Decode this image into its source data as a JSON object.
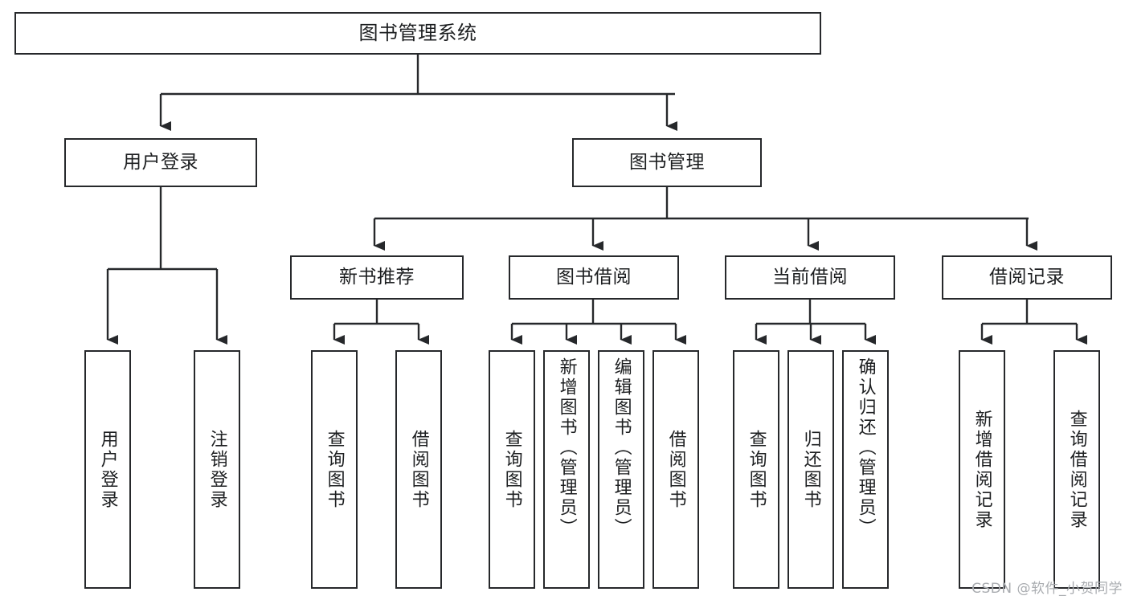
{
  "diagram": {
    "title": "图书管理系统",
    "type": "tree-structure-chart",
    "watermark": "CSDN @软件_小贺同学",
    "line_color": "#26282b",
    "text_color": "#1d1f21",
    "background": "#ffffff"
  },
  "nodes": {
    "root": {
      "label": "图书管理系统"
    },
    "level2": [
      {
        "label": "用户登录"
      },
      {
        "label": "图书管理"
      }
    ],
    "level3": [
      {
        "label": "新书推荐"
      },
      {
        "label": "图书借阅"
      },
      {
        "label": "当前借阅"
      },
      {
        "label": "借阅记录"
      }
    ],
    "leaves": {
      "user_login": [
        {
          "label": "用户登录"
        },
        {
          "label": "注销登录"
        }
      ],
      "new_book_recommend": [
        {
          "label": "查询图书"
        },
        {
          "label": "借阅图书"
        }
      ],
      "book_borrow": [
        {
          "label": "查询图书"
        },
        {
          "label": "新增图书（管理员）"
        },
        {
          "label": "编辑图书（管理员）"
        },
        {
          "label": "借阅图书"
        }
      ],
      "current_borrow": [
        {
          "label": "查询图书"
        },
        {
          "label": "归还图书"
        },
        {
          "label": "确认归还（管理员）"
        }
      ],
      "borrow_record": [
        {
          "label": "新增借阅记录"
        },
        {
          "label": "查询借阅记录"
        }
      ]
    }
  }
}
